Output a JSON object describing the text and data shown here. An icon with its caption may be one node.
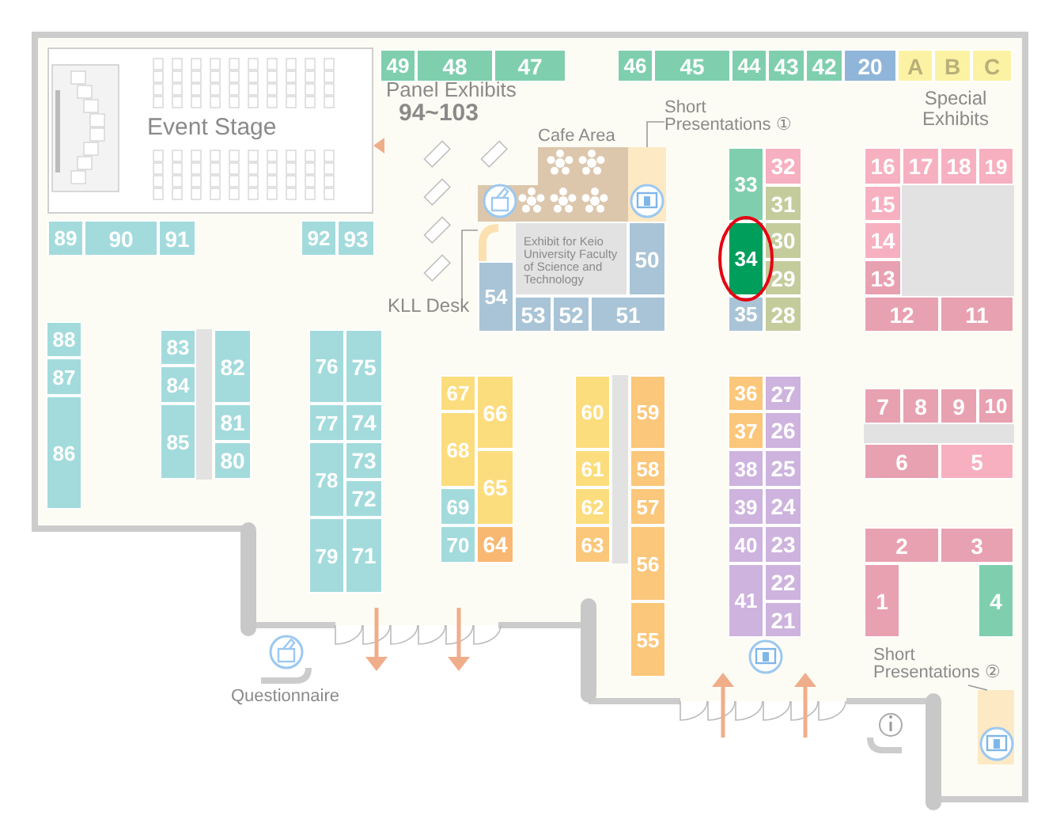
{
  "diagram": {
    "nodes": [
      {
        "text": [
          "Event Stage"
        ]
      },
      {
        "text": [
          "49"
        ]
      },
      {
        "text": [
          "48"
        ]
      },
      {
        "text": [
          "47"
        ]
      },
      {
        "text": [
          "46"
        ]
      },
      {
        "text": [
          "45"
        ]
      },
      {
        "text": [
          "44"
        ]
      },
      {
        "text": [
          "43"
        ]
      },
      {
        "text": [
          "42"
        ]
      },
      {
        "text": [
          "20"
        ]
      },
      {
        "text": [
          "A"
        ]
      },
      {
        "text": [
          "B"
        ]
      },
      {
        "text": [
          "C"
        ]
      },
      {
        "text": [
          "Cafe Area"
        ]
      },
      {
        "text": [
          "Short Presentations ①"
        ]
      },
      {
        "text": [],
        "shape": "box"
      },
      {
        "text": [
          "33"
        ]
      },
      {
        "text": [
          "32"
        ]
      },
      {
        "text": [
          "31"
        ]
      },
      {
        "text": [
          "34"
        ]
      },
      {
        "text": [
          "30"
        ]
      },
      {
        "text": [
          "29"
        ]
      },
      {
        "text": [
          "35"
        ]
      },
      {
        "text": [
          "28"
        ]
      },
      {
        "text": [
          "16"
        ]
      },
      {
        "text": [
          "17"
        ]
      },
      {
        "text": [
          "18"
        ]
      },
      {
        "text": [
          "19"
        ]
      },
      {
        "text": [
          "15"
        ]
      },
      {
        "text": [
          "14"
        ]
      },
      {
        "text": [
          "13"
        ]
      },
      {
        "text": [
          "12"
        ]
      },
      {
        "text": [
          "11"
        ]
      },
      {
        "text": [
          "89"
        ]
      },
      {
        "text": [
          "90"
        ]
      },
      {
        "text": [
          "91"
        ]
      },
      {
        "text": [
          "92"
        ]
      },
      {
        "text": [
          "93"
        ]
      },
      {
        "text": [],
        "shape": "bar"
      },
      {
        "text": [
          "Exhibit for Keio University Faculty of Science and Technology"
        ]
      },
      {
        "text": [
          "50"
        ]
      },
      {
        "text": [
          "KLL Desk"
        ]
      },
      {
        "text": [
          "54"
        ]
      },
      {
        "text": [
          "53"
        ]
      },
      {
        "text": [
          "52"
        ]
      },
      {
        "text": [
          "51"
        ]
      },
      {
        "text": [
          "88"
        ]
      },
      {
        "text": [
          "87"
        ]
      },
      {
        "text": [
          "86"
        ]
      },
      {
        "text": [
          "83"
        ]
      },
      {
        "text": [
          "84"
        ]
      },
      {
        "text": [
          "85"
        ]
      },
      {
        "text": [
          "82"
        ]
      },
      {
        "text": [
          "81"
        ]
      },
      {
        "text": [
          "80"
        ]
      },
      {
        "text": [
          "76"
        ]
      },
      {
        "text": [
          "75"
        ]
      },
      {
        "text": [
          "77"
        ]
      },
      {
        "text": [
          "74"
        ]
      },
      {
        "text": [
          "78"
        ]
      },
      {
        "text": [
          "73"
        ]
      },
      {
        "text": [
          "72"
        ]
      },
      {
        "text": [
          "79"
        ]
      },
      {
        "text": [
          "71"
        ]
      },
      {
        "text": [
          "67"
        ]
      },
      {
        "text": [
          "66"
        ]
      },
      {
        "text": [
          "68"
        ]
      },
      {
        "text": [
          "65"
        ]
      },
      {
        "text": [
          "69"
        ]
      },
      {
        "text": [
          "70"
        ]
      },
      {
        "text": [
          "64"
        ]
      },
      {
        "text": [
          "60"
        ]
      },
      {
        "text": [
          "59"
        ]
      },
      {
        "text": [
          "61"
        ]
      },
      {
        "text": [
          "58"
        ]
      },
      {
        "text": [
          "62"
        ]
      },
      {
        "text": [
          "57"
        ]
      },
      {
        "text": [
          "63"
        ]
      },
      {
        "text": [
          "56"
        ]
      },
      {
        "text": [
          "55"
        ]
      },
      {
        "text": [
          "36"
        ]
      },
      {
        "text": [
          "27"
        ]
      },
      {
        "text": [
          "37"
        ]
      },
      {
        "text": [
          "26"
        ]
      },
      {
        "text": [
          "38"
        ]
      },
      {
        "text": [
          "25"
        ]
      },
      {
        "text": [
          "39"
        ]
      },
      {
        "text": [
          "24"
        ]
      },
      {
        "text": [
          "40"
        ]
      },
      {
        "text": [
          "23"
        ]
      },
      {
        "text": [
          "41"
        ]
      },
      {
        "text": [
          "22"
        ]
      },
      {
        "text": [
          "21"
        ]
      },
      {
        "text": [
          "7"
        ]
      },
      {
        "text": [
          "8"
        ]
      },
      {
        "text": [
          "9"
        ]
      },
      {
        "text": [
          "10"
        ]
      },
      {
        "text": [
          "6"
        ]
      },
      {
        "text": [
          "5"
        ]
      },
      {
        "text": [
          "2"
        ]
      },
      {
        "text": [
          "3"
        ]
      },
      {
        "text": [
          "1"
        ]
      },
      {
        "text": [
          "4"
        ]
      },
      {
        "text": [
          "Short Presentations ②"
        ]
      },
      {
        "text": [],
        "shape": "box"
      }
    ],
    "edges": [
      {
        "from": 14,
        "to": 15,
        "arrow": "none"
      },
      {
        "from": 41,
        "to": 38,
        "arrow": "none"
      },
      {
        "from": 103,
        "to": 104,
        "arrow": "none"
      }
    ],
    "labels": [
      "Panel Exhibits",
      "94~103",
      "Special Exhibits",
      "Questionnaire"
    ]
  }
}
